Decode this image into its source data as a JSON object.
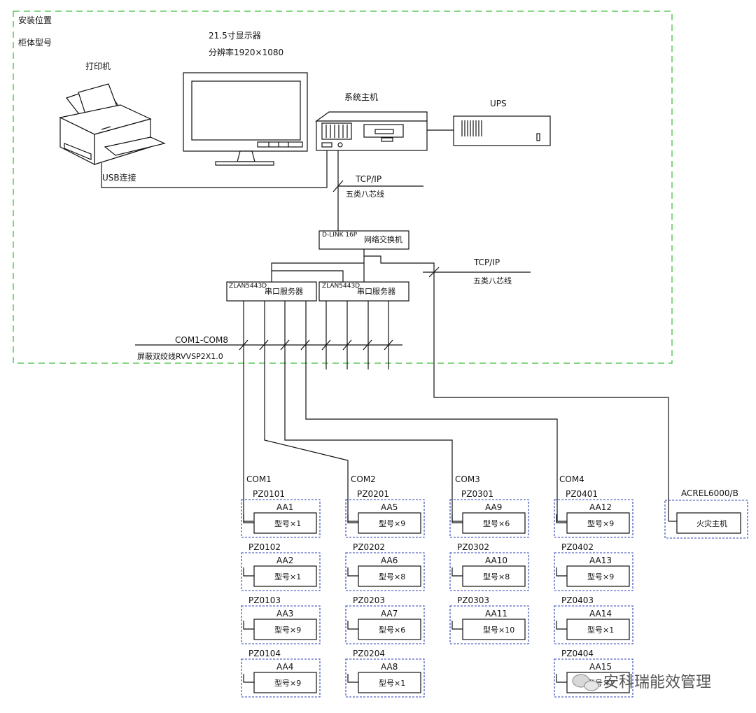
{
  "frame": {
    "install_location": "安装位置",
    "cabinet_model": "柜体型号"
  },
  "monitor": {
    "size": "21.5寸显示器",
    "resolution": "分辨率1920×1080"
  },
  "printer": {
    "label": "打印机",
    "usb": "USB连接"
  },
  "host": {
    "label": "系统主机"
  },
  "ups": {
    "label": "UPS"
  },
  "network1": {
    "proto": "TCP/IP",
    "cable": "五类八芯线"
  },
  "switch": {
    "model": "D-LINK 16P",
    "label": "网络交换机"
  },
  "network2": {
    "proto": "TCP/IP",
    "cable": "五类八芯线"
  },
  "serial_servers": [
    {
      "model": "ZLAN5443D",
      "label": "串口服务器"
    },
    {
      "model": "ZLAN5443D",
      "label": "串口服务器"
    }
  ],
  "bus": {
    "com_range": "COM1-COM8",
    "cable": "屏蔽双绞线RVVSP2X1.0"
  },
  "columns": [
    {
      "com": "COM1",
      "panels": [
        {
          "pz": "PZ0101",
          "aa": "AA1",
          "model": "型号×1"
        },
        {
          "pz": "PZ0102",
          "aa": "AA2",
          "model": "型号×1"
        },
        {
          "pz": "PZ0103",
          "aa": "AA3",
          "model": "型号×9"
        },
        {
          "pz": "PZ0104",
          "aa": "AA4",
          "model": "型号×9"
        }
      ]
    },
    {
      "com": "COM2",
      "panels": [
        {
          "pz": "PZ0201",
          "aa": "AA5",
          "model": "型号×9"
        },
        {
          "pz": "PZ0202",
          "aa": "AA6",
          "model": "型号×8"
        },
        {
          "pz": "PZ0203",
          "aa": "AA7",
          "model": "型号×6"
        },
        {
          "pz": "PZ0204",
          "aa": "AA8",
          "model": "型号×1"
        }
      ]
    },
    {
      "com": "COM3",
      "panels": [
        {
          "pz": "PZ0301",
          "aa": "AA9",
          "model": "型号×6"
        },
        {
          "pz": "PZ0302",
          "aa": "AA10",
          "model": "型号×8"
        },
        {
          "pz": "PZ0303",
          "aa": "AA11",
          "model": "型号×10"
        }
      ]
    },
    {
      "com": "COM4",
      "panels": [
        {
          "pz": "PZ0401",
          "aa": "AA12",
          "model": "型号×9"
        },
        {
          "pz": "PZ0402",
          "aa": "AA13",
          "model": "型号×9"
        },
        {
          "pz": "PZ0403",
          "aa": "AA14",
          "model": "型号×1"
        },
        {
          "pz": "PZ0404",
          "aa": "AA15",
          "model": "型号×1"
        }
      ]
    }
  ],
  "fire": {
    "model": "ACREL6000/B",
    "label": "火灾主机"
  },
  "watermark": {
    "text": "安科瑞能效管理"
  },
  "colors": {
    "frame": "#3fbf3f",
    "panel_border": "#2b3fb8",
    "line": "#111111"
  }
}
